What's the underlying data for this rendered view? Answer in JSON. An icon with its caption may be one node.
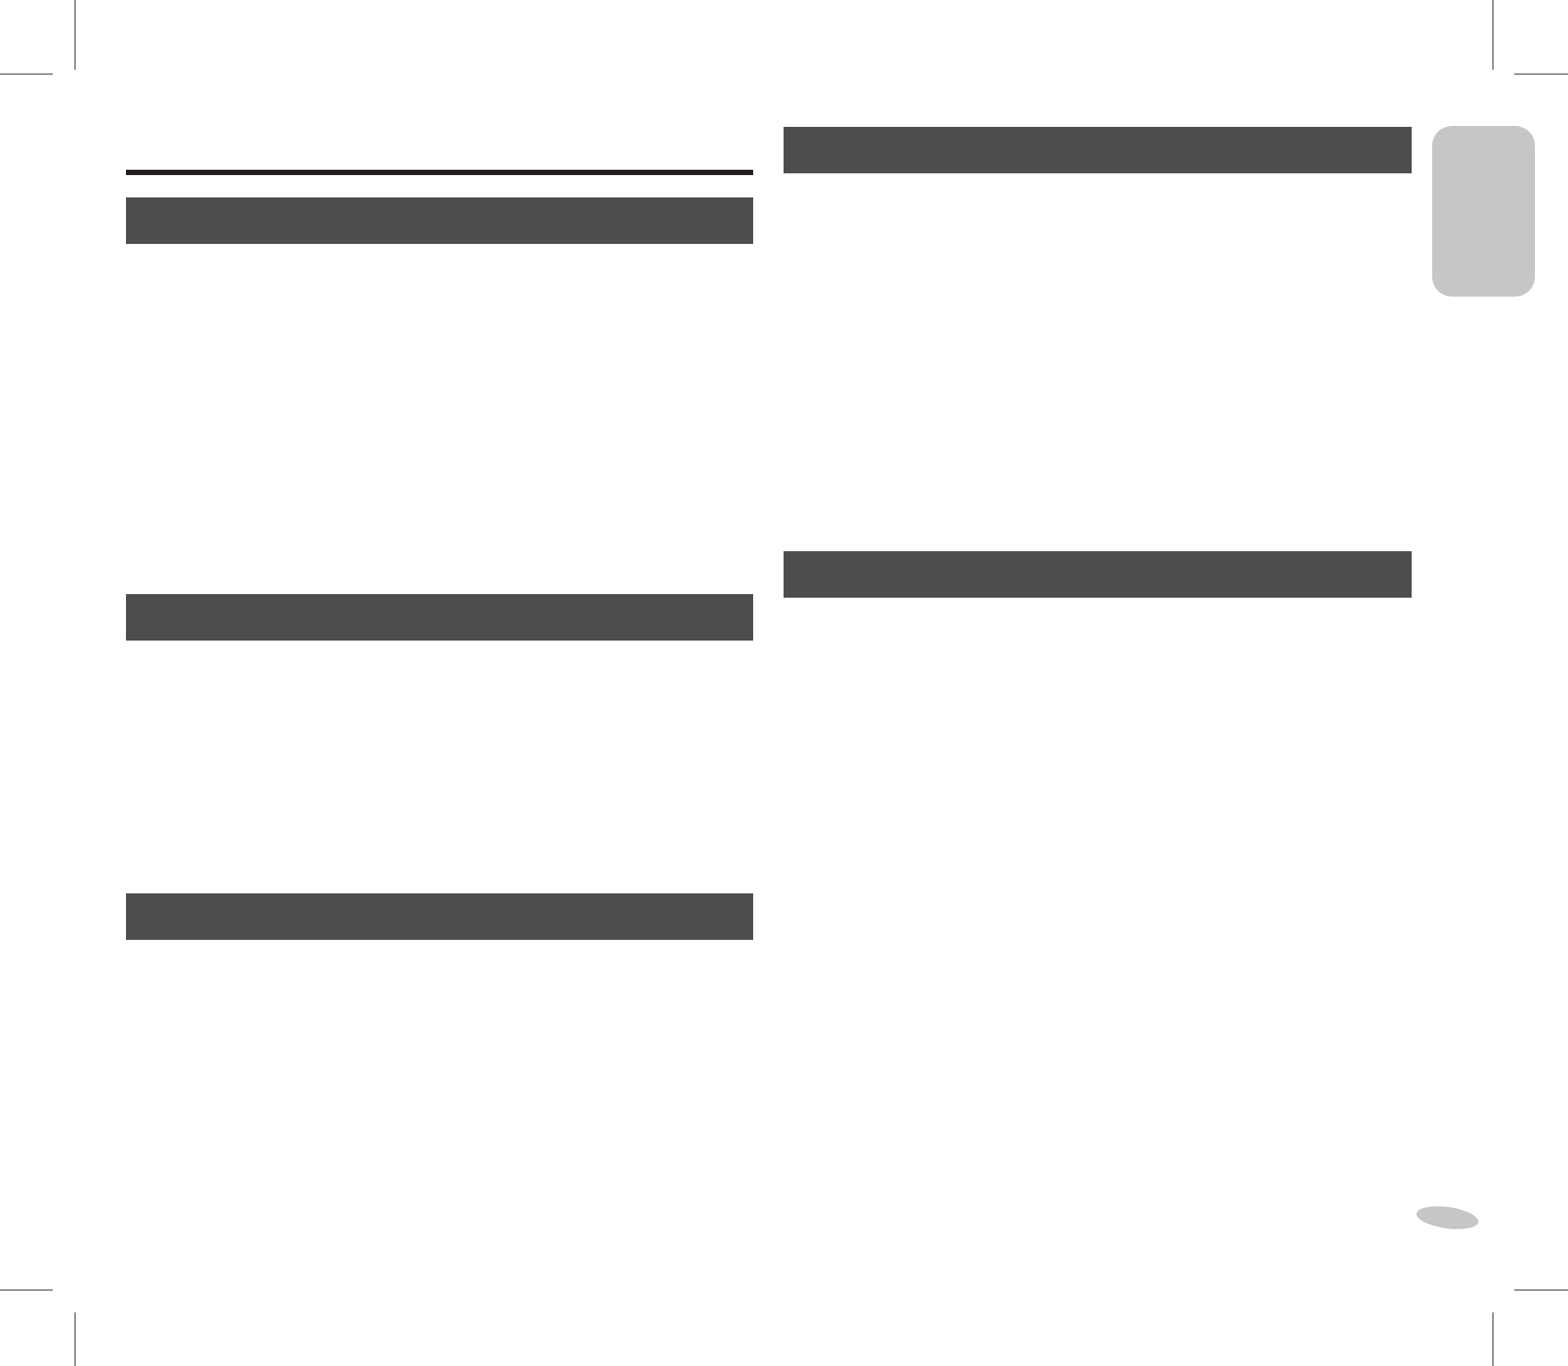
{
  "diagram": {
    "nodes": [
      {
        "text": [],
        "shape": "bar"
      },
      {
        "text": [],
        "shape": "bar"
      },
      {
        "text": [],
        "shape": "bar"
      },
      {
        "text": [],
        "shape": "bar"
      },
      {
        "text": [],
        "shape": "bar"
      },
      {
        "text": [],
        "shape": "box"
      },
      {
        "text": [],
        "shape": "ellipse"
      }
    ]
  }
}
